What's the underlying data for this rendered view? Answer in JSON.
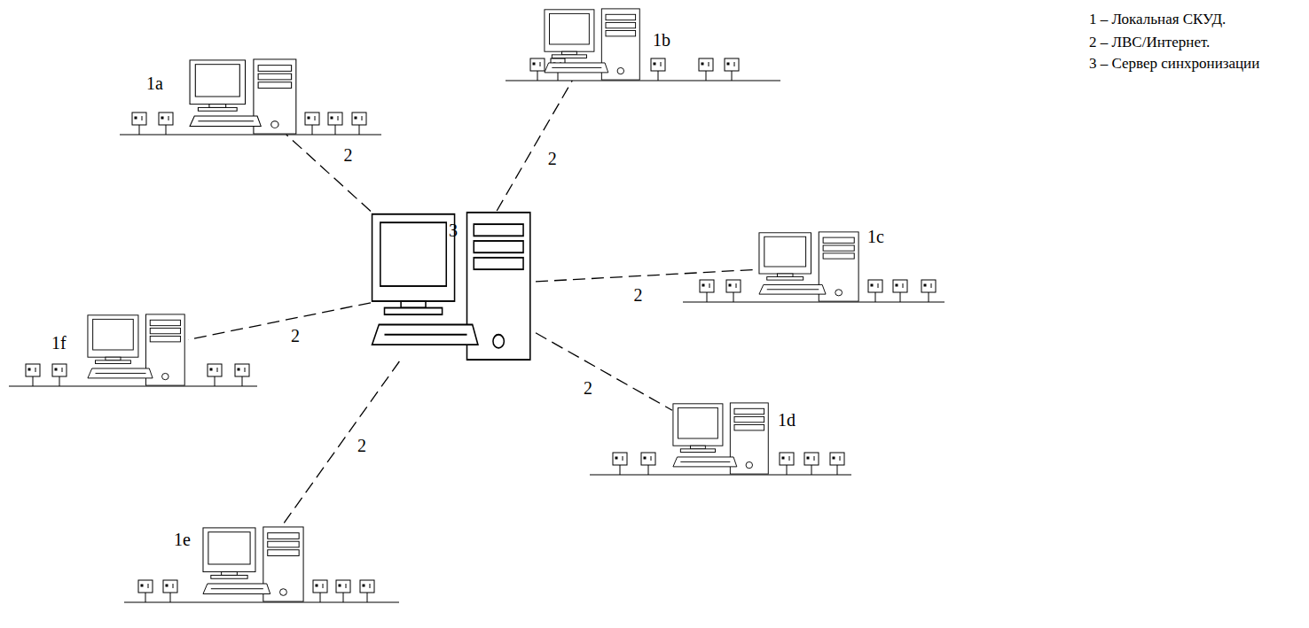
{
  "diagram": {
    "nodes": [
      {
        "text": [
          "1a"
        ]
      },
      {
        "text": [
          "1b"
        ]
      },
      {
        "text": [
          "3"
        ]
      },
      {
        "text": [
          "1c"
        ]
      },
      {
        "text": [
          "1f"
        ]
      },
      {
        "text": [
          "1d"
        ]
      },
      {
        "text": [
          "1e"
        ]
      }
    ],
    "edges": [
      {
        "from": 2,
        "to": 0,
        "arrow": "none",
        "label": "2"
      },
      {
        "from": 2,
        "to": 1,
        "arrow": "none",
        "label": "2"
      },
      {
        "from": 2,
        "to": 3,
        "arrow": "none",
        "label": "2"
      },
      {
        "from": 2,
        "to": 4,
        "arrow": "none",
        "label": "2"
      },
      {
        "from": 2,
        "to": 5,
        "arrow": "none",
        "label": "2"
      },
      {
        "from": 2,
        "to": 6,
        "arrow": "none",
        "label": "2"
      }
    ],
    "labels": [
      "1 – Локальная СКУД.",
      "2 – ЛВС/Интернет.",
      "3 – Сервер синхронизации"
    ]
  }
}
